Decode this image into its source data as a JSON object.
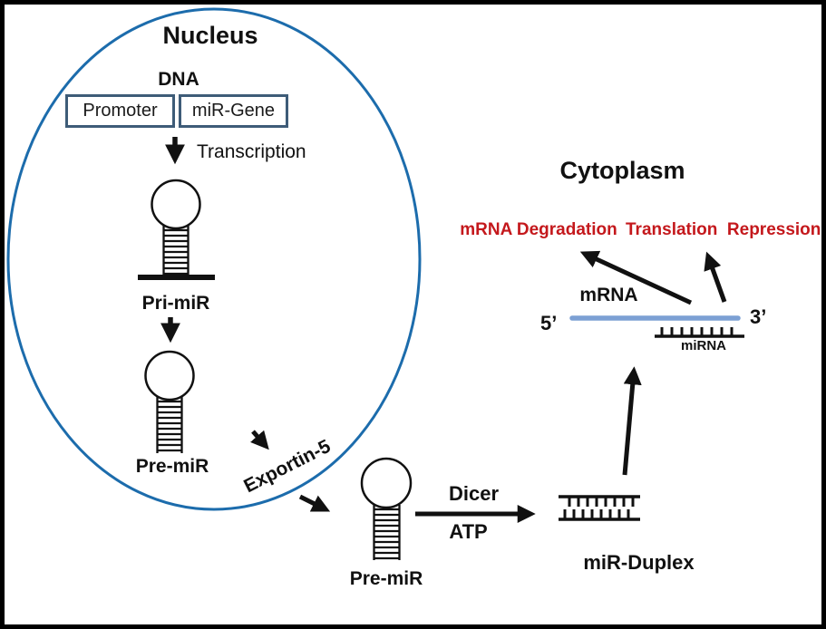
{
  "diagram_type": "miRNA biogenesis pathway diagram",
  "colors": {
    "nucleus_stroke": "#1C6CAC",
    "gene_box_border": "#3E5C78",
    "mrna_line": "#7CA0D4",
    "outcome_text": "#C4181C",
    "ink": "#111111"
  },
  "nucleus": {
    "title": "Nucleus",
    "dna_label": "DNA",
    "gene_box": {
      "promoter_label": "Promoter",
      "mir_gene_label": "miR-Gene"
    },
    "transcription_label": "Transcription",
    "pri_mir_label": "Pri-miR",
    "pre_mir_label": "Pre-miR"
  },
  "transport": {
    "exportin_label": "Exportin-5",
    "pre_mir_label": "Pre-miR"
  },
  "cytoplasm": {
    "title": "Cytoplasm",
    "dicer_label": "Dicer",
    "atp_label": "ATP",
    "mir_duplex_label": "miR-Duplex",
    "mrna_label": "mRNA",
    "five_prime_label": "5’",
    "three_prime_label": "3’",
    "mirna_label": "miRNA",
    "degradation_label": "mRNA Degradation",
    "repression_label": "Translation  Repression"
  }
}
